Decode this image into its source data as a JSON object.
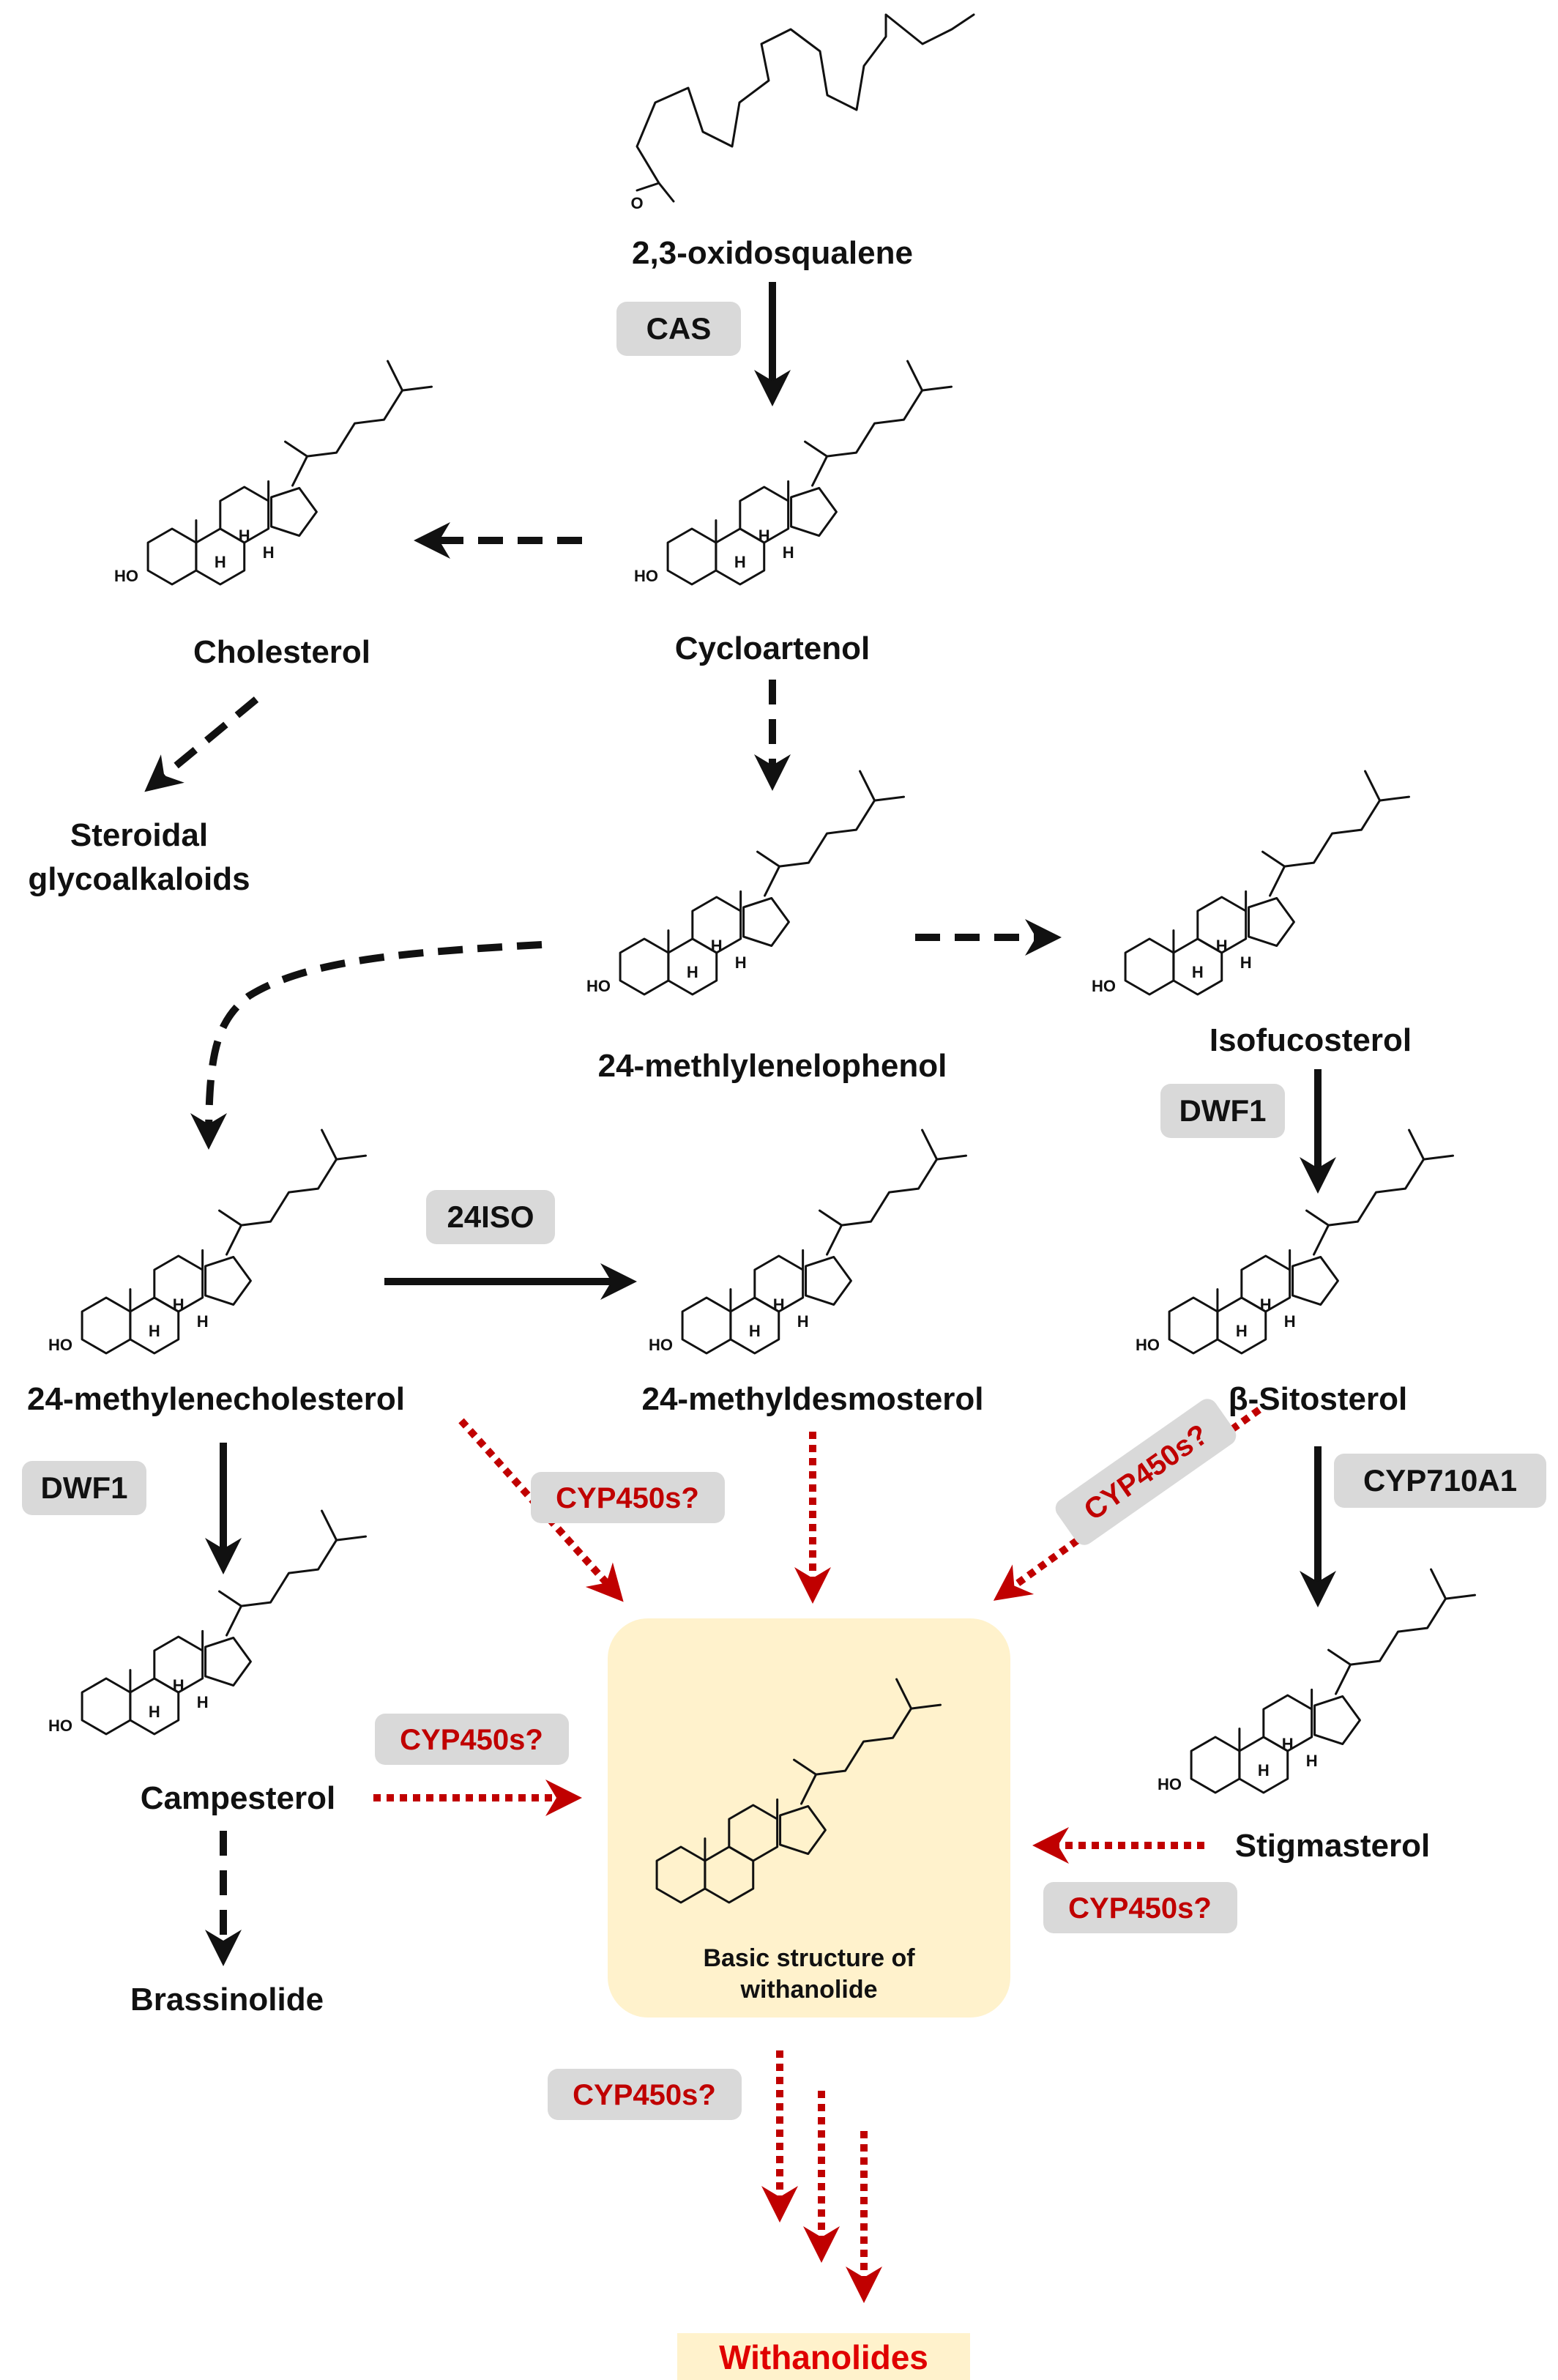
{
  "compounds": {
    "oxidosqualene": "2,3-oxidosqualene",
    "cycloartenol": "Cycloartenol",
    "cholesterol": "Cholesterol",
    "steroidal_glycoalkaloids_line1": "Steroidal",
    "steroidal_glycoalkaloids_line2": "glycoalkaloids",
    "methylenelophenol": "24-methlylenelophenol",
    "isofucosterol": "Isofucosterol",
    "methylenecholesterol": "24-methylenecholesterol",
    "methyldesmosterol": "24-methyldesmosterol",
    "sitosterol": "β-Sitosterol",
    "campesterol": "Campesterol",
    "stigmasterol": "Stigmasterol",
    "brassinolide": "Brassinolide",
    "basic_structure_line1": "Basic structure of",
    "basic_structure_line2": "withanolide",
    "withanolides": "Withanolides"
  },
  "enzymes": {
    "cas": "CAS",
    "dwf1_right": "DWF1",
    "dwf1_left": "DWF1",
    "iso24": "24ISO",
    "cyp710a1": "CYP710A1",
    "cyp450_center": "CYP450s?",
    "cyp450_rotated": "CYP450s?",
    "cyp450_campesterol": "CYP450s?",
    "cyp450_stigmasterol": "CYP450s?",
    "cyp450_bottom": "CYP450s?"
  },
  "atoms": {
    "h": "H",
    "ho": "HO",
    "o": "O"
  },
  "colors": {
    "enzyme_box": "#d9d9d9",
    "withanolide_box": "#fff2cc",
    "red_arrow": "#c00000",
    "final_text": "#e00000",
    "black": "#111111"
  }
}
